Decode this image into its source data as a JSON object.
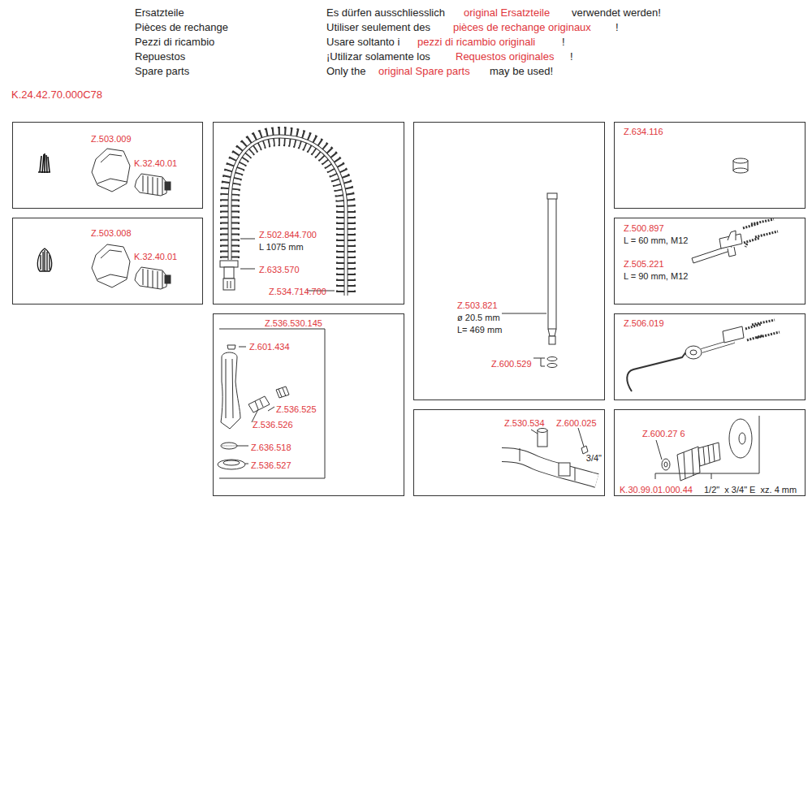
{
  "diagram": {
    "nodes": [
      {
        "text": [
          "Z.503.009",
          "K.32.40.01"
        ]
      },
      {
        "text": [
          "Z.503.008",
          "K.32.40.01"
        ]
      },
      {
        "text": [
          "Z.502.844.700",
          "L 1075 mm",
          "Z.633.570",
          "Z.534.714.700"
        ]
      },
      {
        "text": [
          "Z.536.530.145",
          "Z.601.434",
          "Z.536.525",
          "Z.536.526",
          "Z.636.518",
          "Z.536.527"
        ]
      },
      {
        "text": [
          "Z.503.821",
          "ø 20.5 mm",
          "L= 469 mm",
          "Z.600.529"
        ]
      },
      {
        "text": [
          "Z.530.534",
          "Z.600.025",
          "3/4\""
        ]
      },
      {
        "text": [
          "Z.634.116"
        ]
      },
      {
        "text": [
          "Z.500.897",
          "L = 60 mm, M12",
          "Z.505.221",
          "L = 90 mm, M12"
        ]
      },
      {
        "text": [
          "Z.506.019"
        ]
      },
      {
        "text": [
          "Z.600.27 6",
          "K.30.99.01.000.44",
          "1/2\"  x 3/4\" E  xz. 4 mm"
        ]
      }
    ],
    "labels": [
      "Ersatzteile",
      "Pièces de rechange",
      "Pezzi di ricambio",
      "Repuestos",
      "Spare parts",
      "Es dürfen ausschliesslich",
      "original Ersatzteile",
      "verwendet werden!",
      "Utiliser seulement des",
      "pièces de rechange originaux",
      "!",
      "Usare soltanto i",
      "pezzi di ricambio originali",
      "!",
      "¡Utilizar solamente los",
      "Requestos originales",
      "!",
      "Only the",
      "original Spare parts",
      "may be used!",
      "K.24.42.70.000C78"
    ]
  }
}
